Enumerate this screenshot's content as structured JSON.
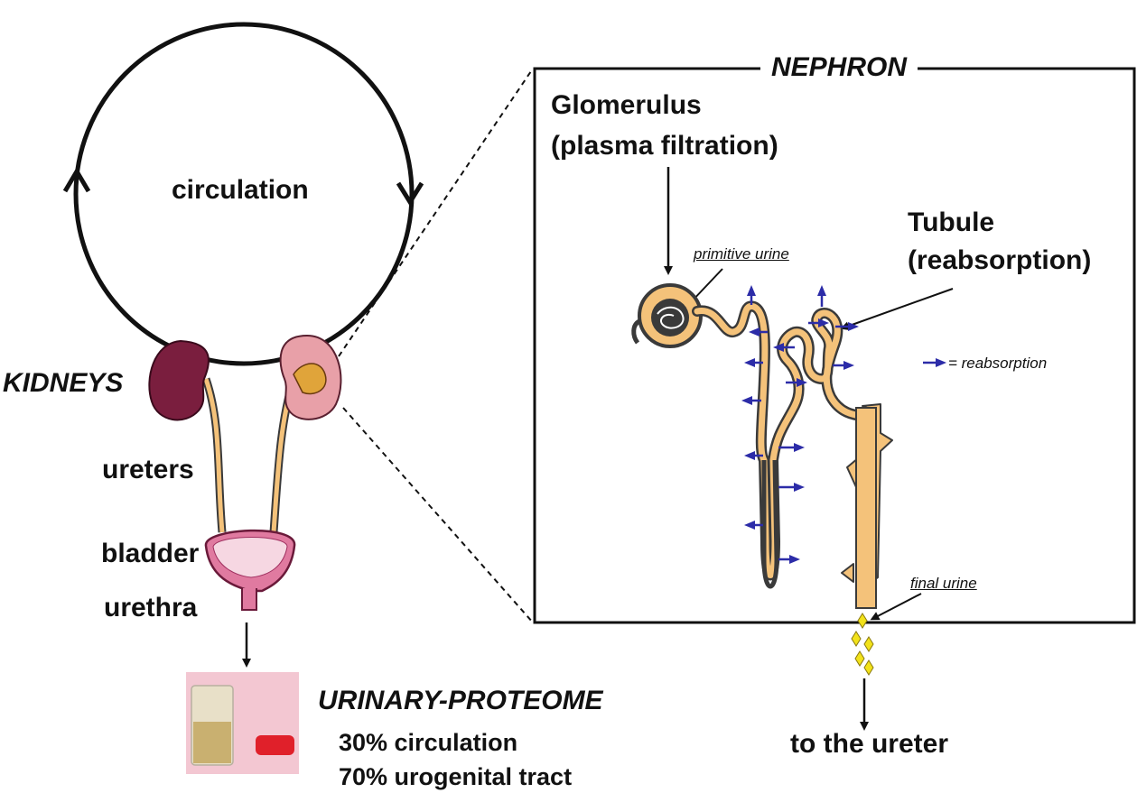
{
  "left": {
    "circulation": "circulation",
    "kidneys": "KIDNEYS",
    "ureters": "ureters",
    "bladder": "bladder",
    "urethra": "urethra"
  },
  "proteome": {
    "title": "URINARY-PROTEOME",
    "line1": "30% circulation",
    "line2": "70% urogenital tract"
  },
  "nephron": {
    "title": "NEPHRON",
    "glomerulus_line1": "Glomerulus",
    "glomerulus_line2": "(plasma filtration)",
    "tubule_line1": "Tubule",
    "tubule_line2": "(reabsorption)",
    "primitive_urine": "primitive urine",
    "final_urine": "final urine",
    "legend": "= reabsorption"
  },
  "to_ureter": "to the ureter",
  "colors": {
    "kidney_dark": "#7a1e3e",
    "kidney_light": "#e8a0a8",
    "tubule": "#f4c27a",
    "tubule_outline": "#3a3a3a",
    "arrow_blue": "#2c2ca8",
    "bladder": "#e07aa0",
    "urine_drop": "#f2e21a"
  }
}
